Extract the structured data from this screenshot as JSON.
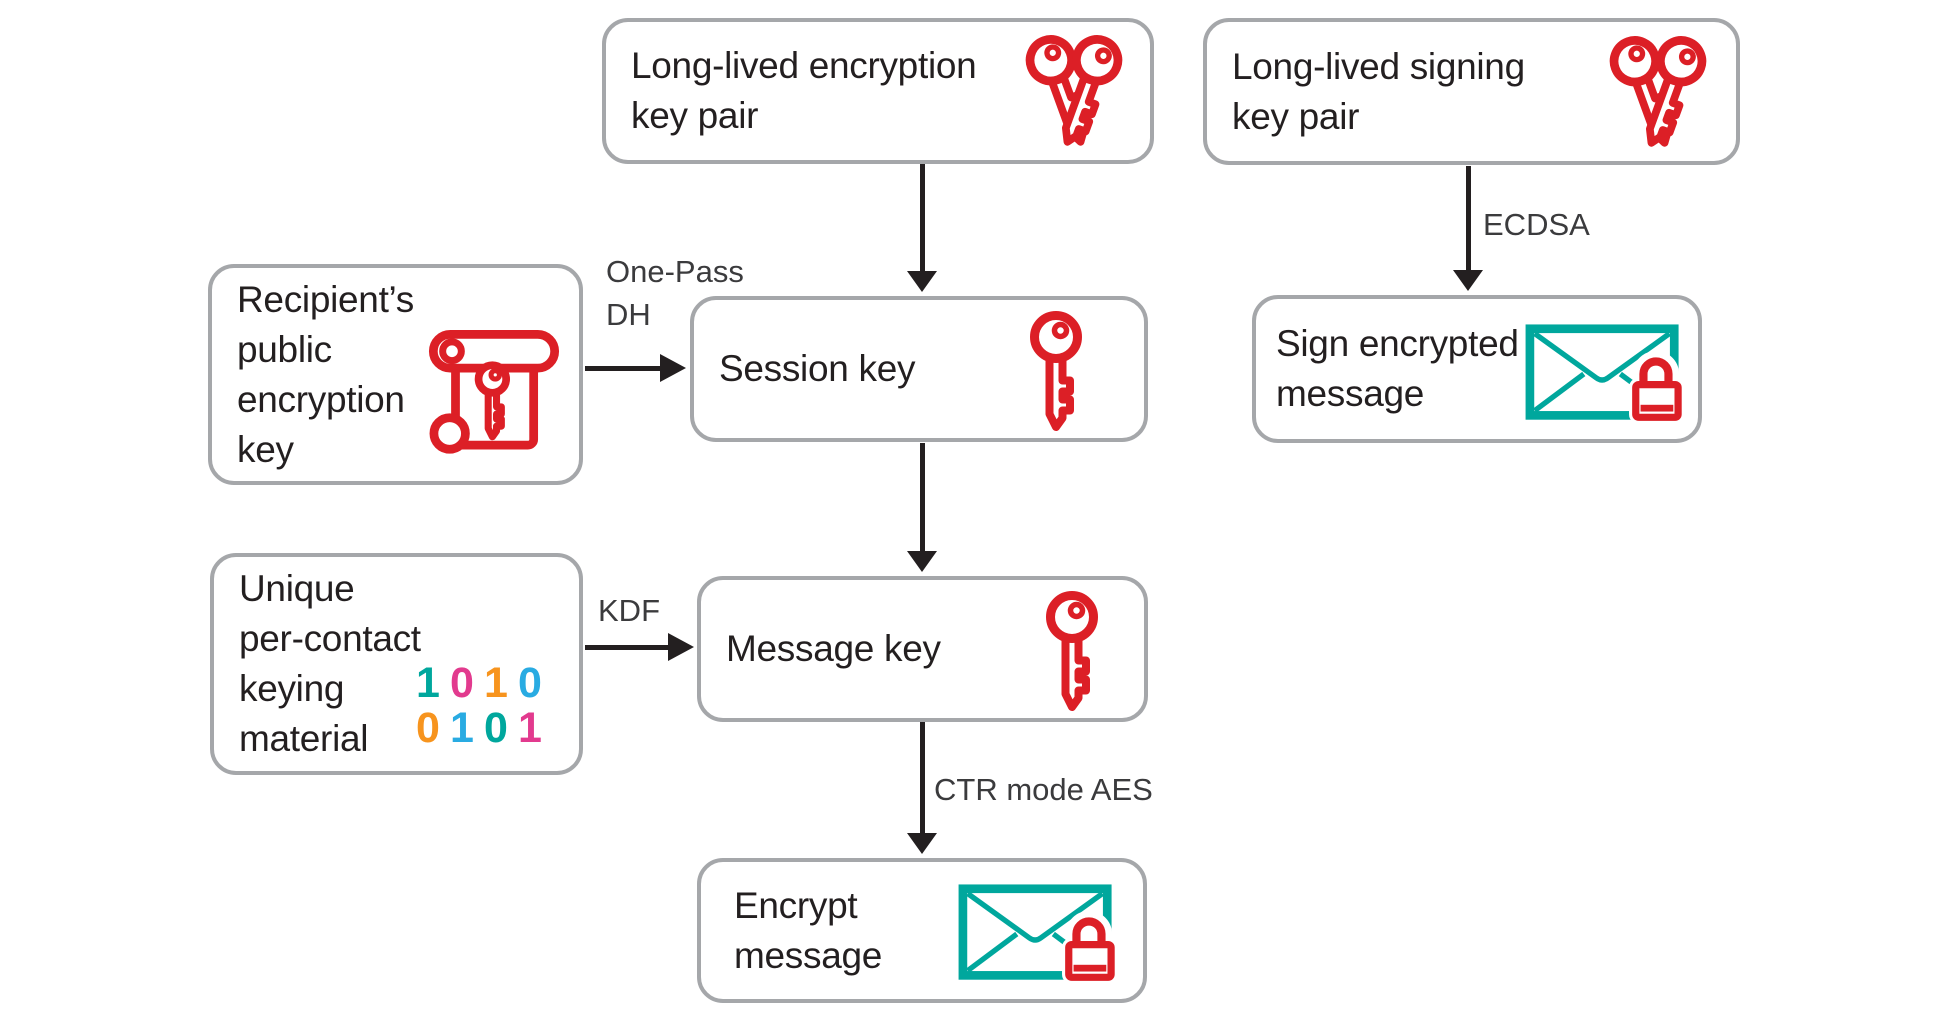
{
  "colors": {
    "red": "#dc1f26",
    "teal": "#00a79d",
    "orange": "#f7941e",
    "blue": "#29abe2",
    "magenta": "#e23a8e",
    "border": "#a5a7aa",
    "text": "#231f20",
    "label": "#3b3b3d",
    "arrow": "#231f20",
    "background": "#ffffff"
  },
  "icons": {
    "key_pair": "key-pair-icon",
    "key": "key-icon",
    "scroll_key": "scroll-key-icon",
    "sealed_envelope": "sealed-envelope-icon",
    "binary": "binary-digits"
  },
  "nodes": {
    "enc_pair": {
      "lines": [
        "Long-lived encryption",
        "key pair"
      ]
    },
    "sign_pair": {
      "lines": [
        "Long-lived signing",
        "key pair"
      ]
    },
    "recipient": {
      "lines": [
        "Recipient’s",
        "public",
        "encryption",
        "key"
      ]
    },
    "session": {
      "lines": [
        "Session key"
      ]
    },
    "keying": {
      "lines": [
        "Unique",
        "per-contact",
        "keying",
        "material"
      ]
    },
    "message": {
      "lines": [
        "Message key"
      ]
    },
    "encrypt": {
      "lines": [
        "Encrypt",
        "message"
      ]
    },
    "sign_msg": {
      "lines": [
        "Sign encrypted",
        "message"
      ]
    }
  },
  "edges": {
    "one_pass_dh": {
      "lines": [
        "One-Pass",
        "DH"
      ]
    },
    "kdf": {
      "label": "KDF"
    },
    "ctr_aes": {
      "label": "CTR mode AES"
    },
    "ecdsa": {
      "label": "ECDSA"
    }
  },
  "digits": {
    "rows": [
      [
        {
          "char": "1",
          "color": "teal"
        },
        {
          "char": "0",
          "color": "magenta"
        },
        {
          "char": "1",
          "color": "orange"
        },
        {
          "char": "0",
          "color": "blue"
        }
      ],
      [
        {
          "char": "0",
          "color": "orange"
        },
        {
          "char": "1",
          "color": "blue"
        },
        {
          "char": "0",
          "color": "teal"
        },
        {
          "char": "1",
          "color": "magenta"
        }
      ]
    ]
  }
}
